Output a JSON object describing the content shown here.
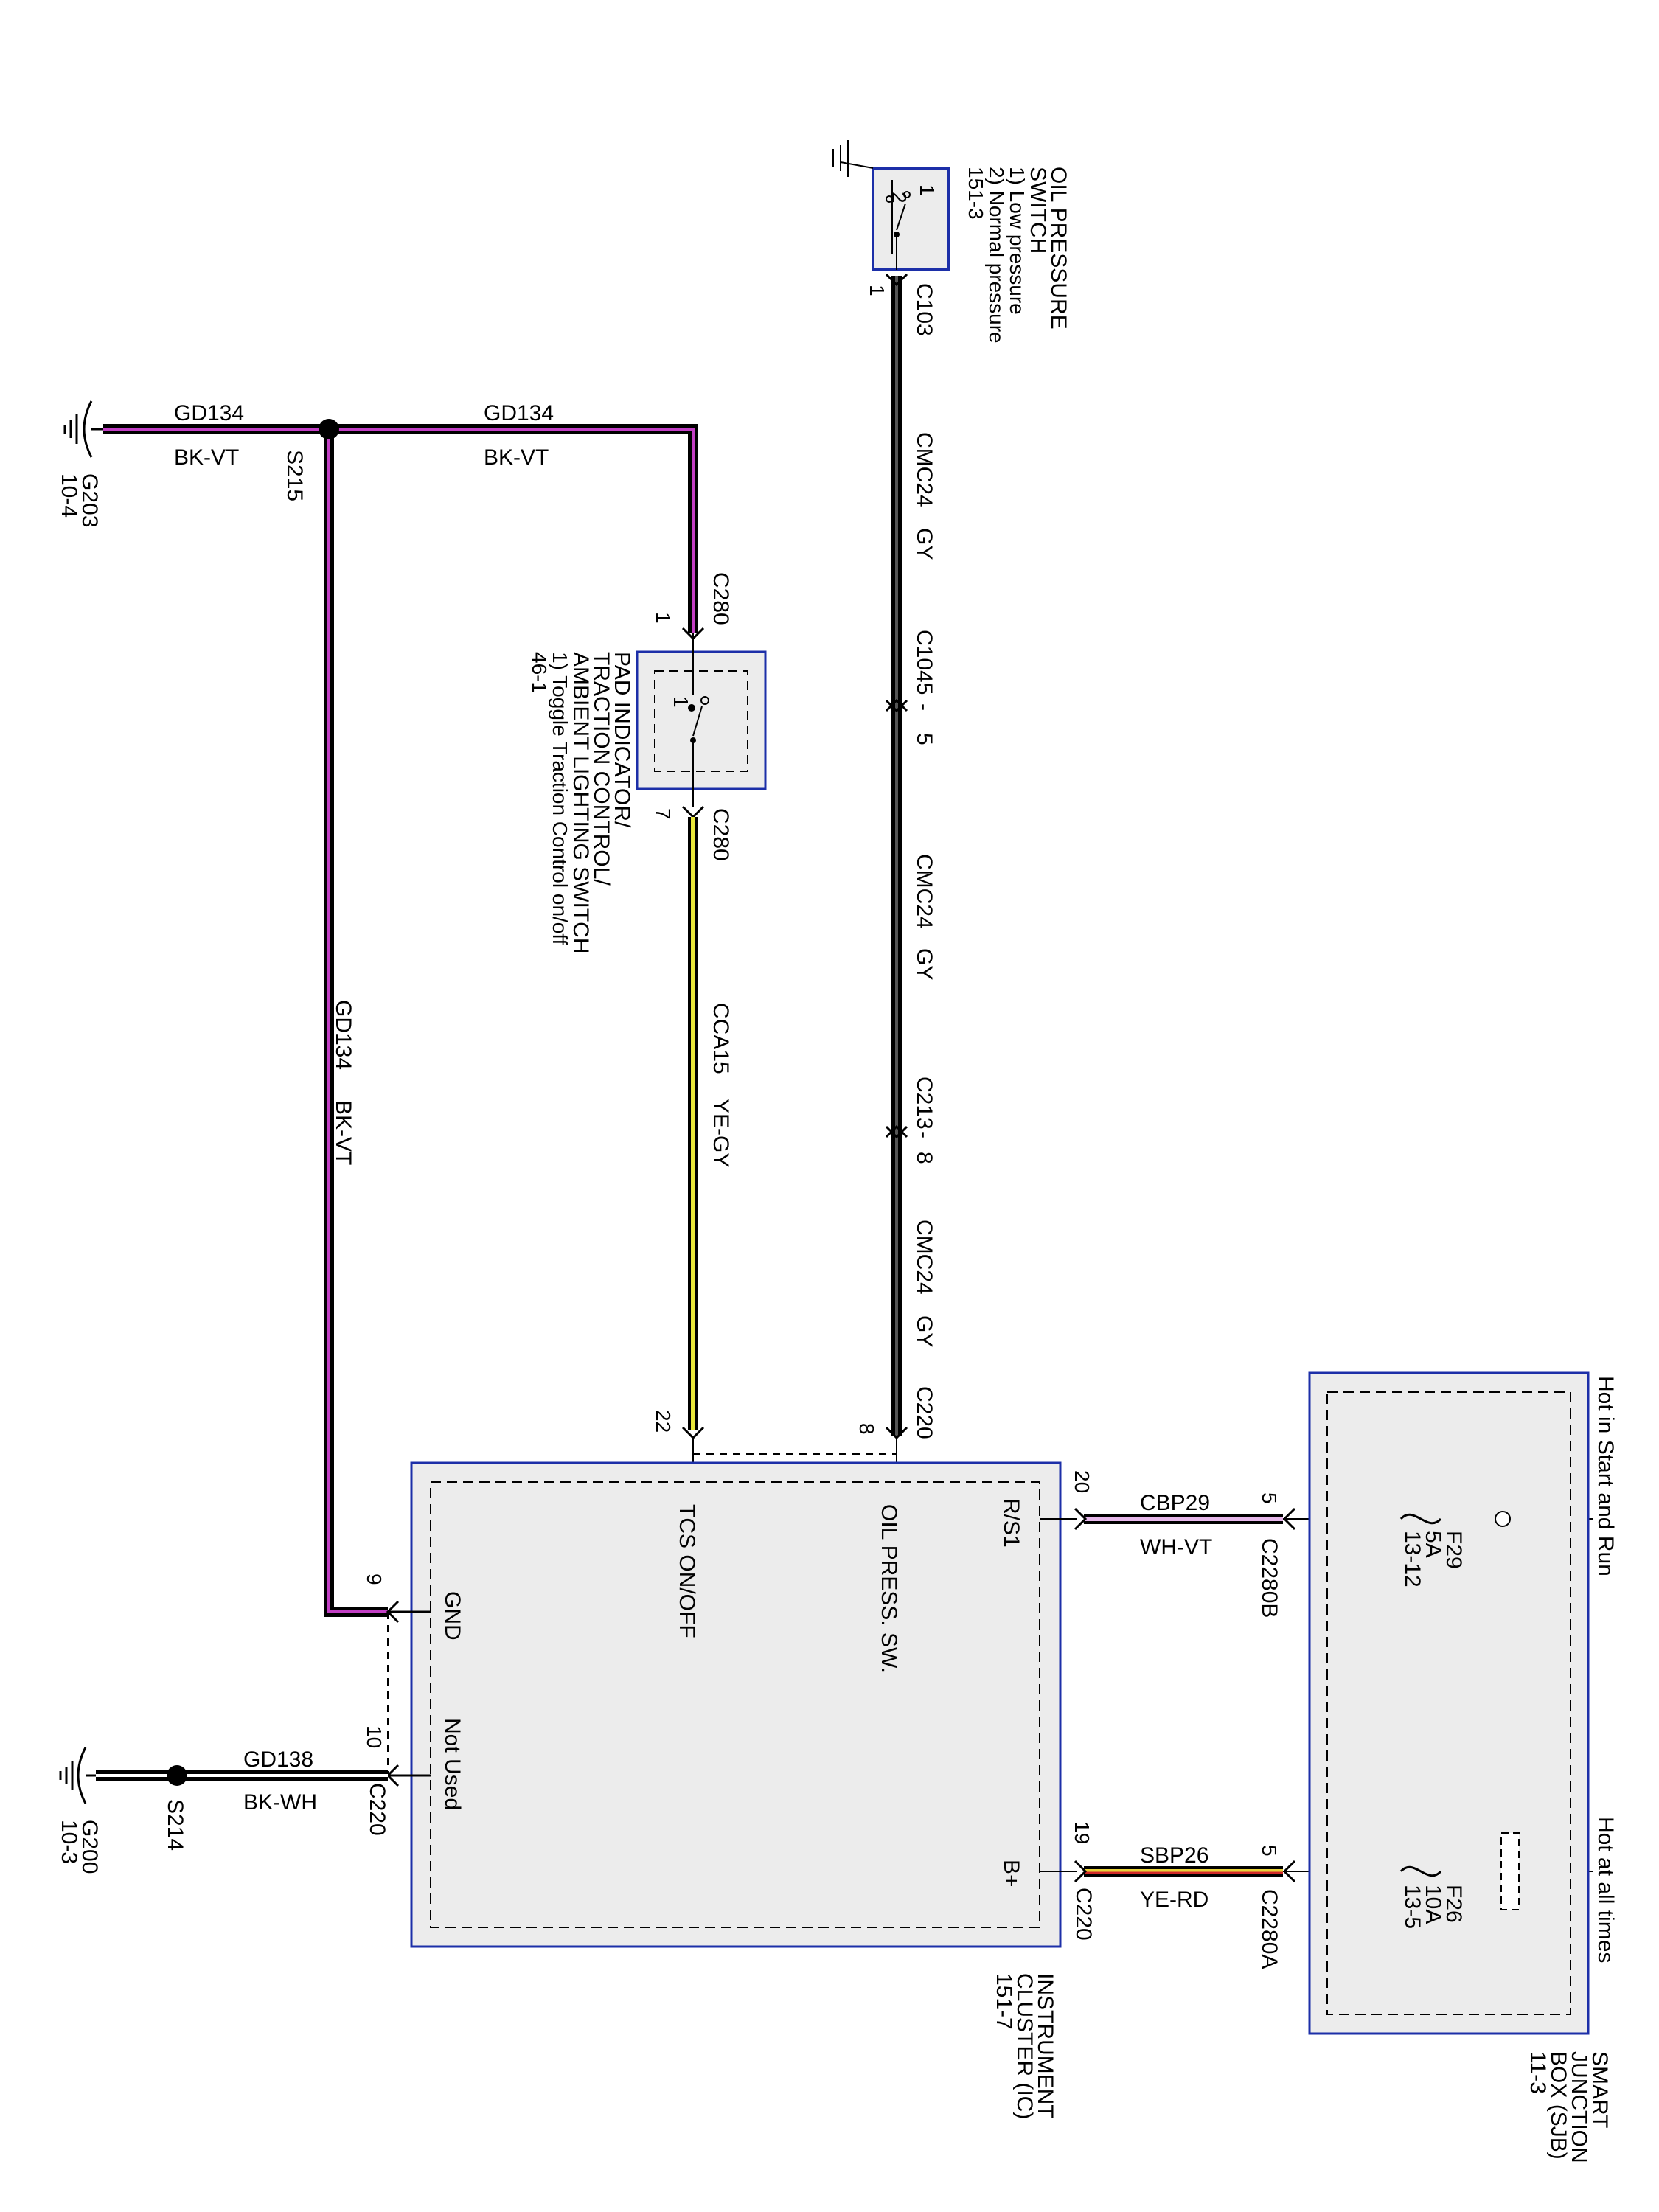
{
  "components": {
    "oil_pressure_switch": {
      "title_1": "OIL PRESSURE",
      "title_2": "SWITCH",
      "note_1": "1) Low pressure",
      "note_2": "2) Normal pressure",
      "ref": "151-3",
      "pin_1": "1",
      "pin_2": "2",
      "connector": "C103",
      "connector_pin": "1"
    },
    "pad_indicator_switch": {
      "title_1": "PAD INDICATOR/",
      "title_2": "TRACTION CONTROL/",
      "title_3": "AMBIENT LIGHTING SWITCH",
      "note_1": "1) Toggle Traction Control on/off",
      "ref": "46-1",
      "inner_pin": "1",
      "top_connector": "C280",
      "top_pin": "1",
      "bottom_connector": "C280",
      "bottom_pin": "7"
    },
    "instrument_cluster": {
      "title_1": "INSTRUMENT",
      "title_2": "CLUSTER (IC)",
      "ref": "151-7",
      "pins": {
        "oil_press": "OIL PRESS. SW.",
        "tcs": "TCS ON/OFF",
        "rs1": "R/S1",
        "bplus": "B+",
        "gnd": "GND",
        "not_used": "Not Used"
      },
      "conn_c220_top": "C220",
      "pin_8": "8",
      "pin_22": "22",
      "pin_20": "20",
      "pin_19": "19",
      "conn_c220_b": "C220",
      "pin_9": "9",
      "pin_10": "10",
      "conn_c220_left": "C220"
    },
    "smart_junction_box": {
      "title_1": "SMART",
      "title_2": "JUNCTION",
      "title_3": "BOX (SJB)",
      "ref": "11-3",
      "hot_start_run": "Hot in Start and Run",
      "hot_all_times": "Hot at all times",
      "fuse_f29": {
        "name": "F29",
        "rating": "5A",
        "ref": "13-12"
      },
      "fuse_f26": {
        "name": "F26",
        "rating": "10A",
        "ref": "13-5"
      },
      "conn_a": "C2280A",
      "conn_b": "C2280B",
      "pin_a": "5",
      "pin_b": "5"
    }
  },
  "wires": {
    "cmc24_1": {
      "circuit": "CMC24",
      "color": "GY"
    },
    "cmc24_2": {
      "circuit": "CMC24",
      "color": "GY"
    },
    "cmc24_3": {
      "circuit": "CMC24",
      "color": "GY"
    },
    "c1045": "C1045",
    "c1045_dash": "-",
    "c1045_pin": "5",
    "c213": "C213",
    "c213_dash": "-",
    "c213_pin": "8",
    "cca15": {
      "circuit": "CCA15",
      "color": "YE-GY"
    },
    "gd134_top_1": {
      "circuit": "GD134",
      "color": "BK-VT"
    },
    "gd134_top_2": {
      "circuit": "GD134",
      "color": "BK-VT"
    },
    "gd134_vert": {
      "circuit": "GD134",
      "color": "BK-VT"
    },
    "gd138": {
      "circuit": "GD138",
      "color": "BK-WH"
    },
    "cbp29": {
      "circuit": "CBP29",
      "color": "WH-VT"
    },
    "sbp26": {
      "circuit": "SBP26",
      "color": "YE-RD"
    }
  },
  "splices": {
    "s215": "S215",
    "s214": "S214"
  },
  "grounds": {
    "g203": {
      "name": "G203",
      "ref": "10-4"
    },
    "g200": {
      "name": "G200",
      "ref": "10-3"
    }
  }
}
